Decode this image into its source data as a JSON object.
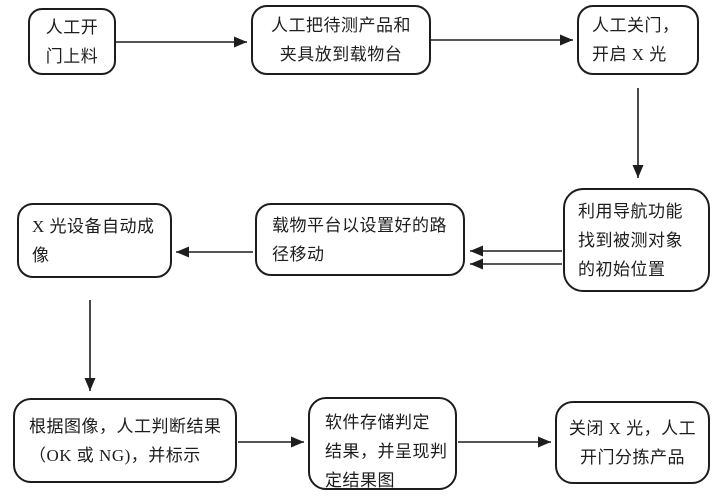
{
  "diagram": {
    "colors": {
      "stroke": "#1d1d1d",
      "background": "#ffffff"
    },
    "nodes": [
      {
        "id": "open-door-load",
        "label": "人工开\n门上料"
      },
      {
        "id": "place-product",
        "label": "人工把待测产品和\n夹具放到载物台"
      },
      {
        "id": "close-door-xray-on",
        "label": "人工关门，\n开启 X 光"
      },
      {
        "id": "navigate-initial",
        "label": "利用导航功能\n找到被测对象\n的初始位置"
      },
      {
        "id": "platform-move",
        "label": "载物平台以设置好的路\n径移动"
      },
      {
        "id": "xray-auto-imaging",
        "label": "X 光设备自动成\n像"
      },
      {
        "id": "manual-judge",
        "label": "根据图像，人工判断结果\n（OK 或 NG)，并标示"
      },
      {
        "id": "software-store",
        "label": "软件存储判定\n结果，并呈现判\n定结果图"
      },
      {
        "id": "close-xray-sort",
        "label": "关闭 X 光，人工\n开门分拣产品"
      }
    ],
    "edges": [
      {
        "from": "open-door-load",
        "to": "place-product"
      },
      {
        "from": "place-product",
        "to": "close-door-xray-on"
      },
      {
        "from": "close-door-xray-on",
        "to": "navigate-initial"
      },
      {
        "from": "navigate-initial",
        "to": "platform-move",
        "note": "upper of double arrow"
      },
      {
        "from": "navigate-initial",
        "to": "platform-move",
        "note": "lower of double arrow"
      },
      {
        "from": "platform-move",
        "to": "xray-auto-imaging"
      },
      {
        "from": "xray-auto-imaging",
        "to": "manual-judge"
      },
      {
        "from": "manual-judge",
        "to": "software-store"
      },
      {
        "from": "software-store",
        "to": "close-xray-sort"
      }
    ]
  }
}
